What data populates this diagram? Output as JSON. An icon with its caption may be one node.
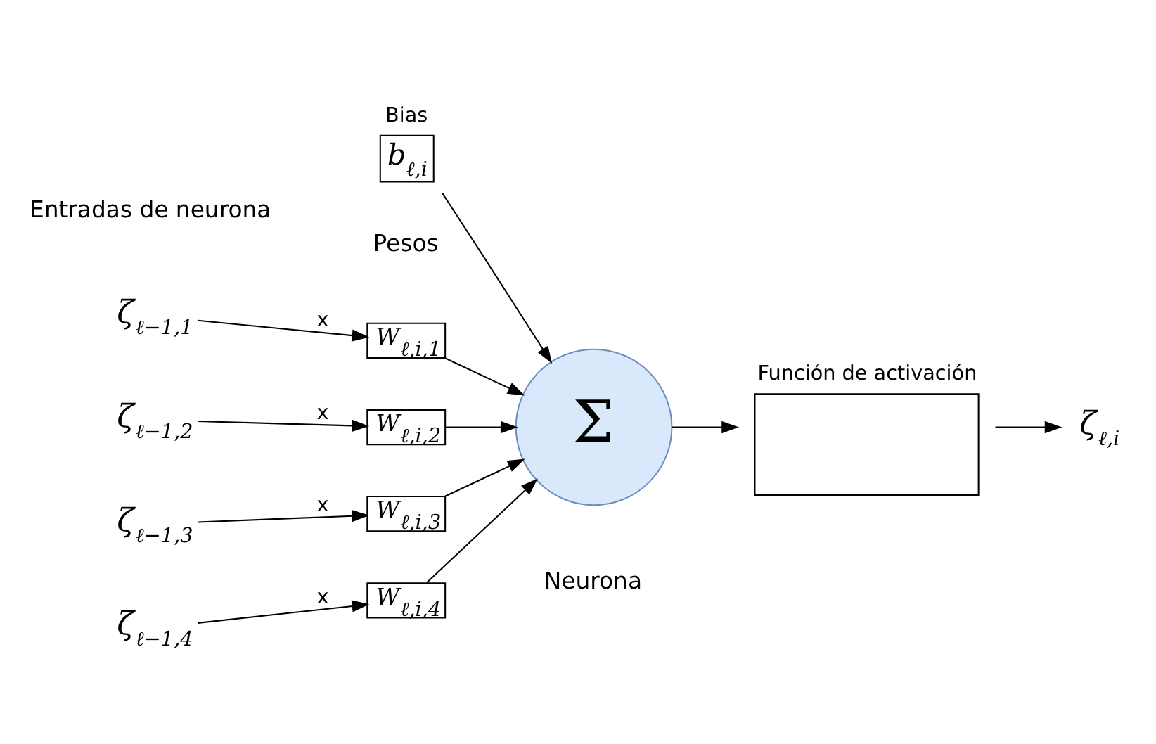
{
  "diagram": {
    "nodes": [
      {
        "text": [
          "ζ$_{ℓ−1,1}$"
        ]
      },
      {
        "text": [
          "ζ$_{ℓ−1,2}$"
        ]
      },
      {
        "text": [
          "ζ$_{ℓ−1,3}$"
        ]
      },
      {
        "text": [
          "ζ$_{ℓ−1,4}$"
        ]
      },
      {
        "text": [
          "W$_{ℓ,i,1}$"
        ]
      },
      {
        "text": [
          "W$_{ℓ,i,2}$"
        ]
      },
      {
        "text": [
          "W$_{ℓ,i,3}$"
        ]
      },
      {
        "text": [
          "W$_{ℓ,i,4}$"
        ]
      },
      {
        "text": [
          "Bias",
          "b$_{ℓ,i}$"
        ]
      },
      {
        "text": [
          "Σ"
        ]
      },
      {
        "text": [
          "Función de activación"
        ]
      },
      {
        "text": [
          "ζ$_{ℓ,i}$"
        ]
      }
    ],
    "edges": [
      {
        "from": 0,
        "to": 4,
        "arrow": "to",
        "label": "x"
      },
      {
        "from": 1,
        "to": 5,
        "arrow": "to",
        "label": "x"
      },
      {
        "from": 2,
        "to": 6,
        "arrow": "to",
        "label": "x"
      },
      {
        "from": 3,
        "to": 7,
        "arrow": "to",
        "label": "x"
      },
      {
        "from": 4,
        "to": 9,
        "arrow": "to"
      },
      {
        "from": 5,
        "to": 9,
        "arrow": "to"
      },
      {
        "from": 6,
        "to": 9,
        "arrow": "to"
      },
      {
        "from": 7,
        "to": 9,
        "arrow": "to"
      },
      {
        "from": 8,
        "to": 9,
        "arrow": "to"
      },
      {
        "from": 9,
        "to": 10,
        "arrow": "to"
      },
      {
        "from": 10,
        "to": 11,
        "arrow": "to"
      }
    ],
    "labels": [
      "Entradas de neurona",
      "Pesos",
      "Neurona"
    ]
  }
}
